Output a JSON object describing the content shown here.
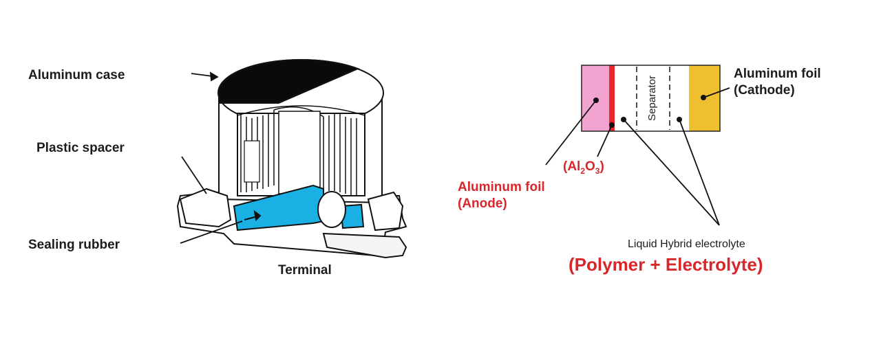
{
  "left_diagram": {
    "labels": {
      "case": "Aluminum case",
      "spacer": "Plastic spacer",
      "rubber": "Sealing rubber",
      "terminal": "Terminal"
    }
  },
  "right_diagram": {
    "separator": "Separator",
    "cathode": {
      "line1": "Aluminum foil",
      "line2": "(Cathode)"
    },
    "oxide": {
      "open": "(Al",
      "sub1": "2",
      "mid": "O",
      "sub2": "3",
      "close": ")"
    },
    "anode": {
      "line1": "Aluminum foil",
      "line2": "(Anode)"
    },
    "electrolyte": {
      "caption": "Liquid Hybrid electrolyte",
      "formula": "(Polymer + Electrolyte)"
    }
  },
  "colors": {
    "anode_pink": "#f2a3cf",
    "oxide_red": "#e8262b",
    "cathode_gold": "#eebf2e",
    "rubber_cyan": "#1ab0e4",
    "label_red": "#d8262b"
  }
}
